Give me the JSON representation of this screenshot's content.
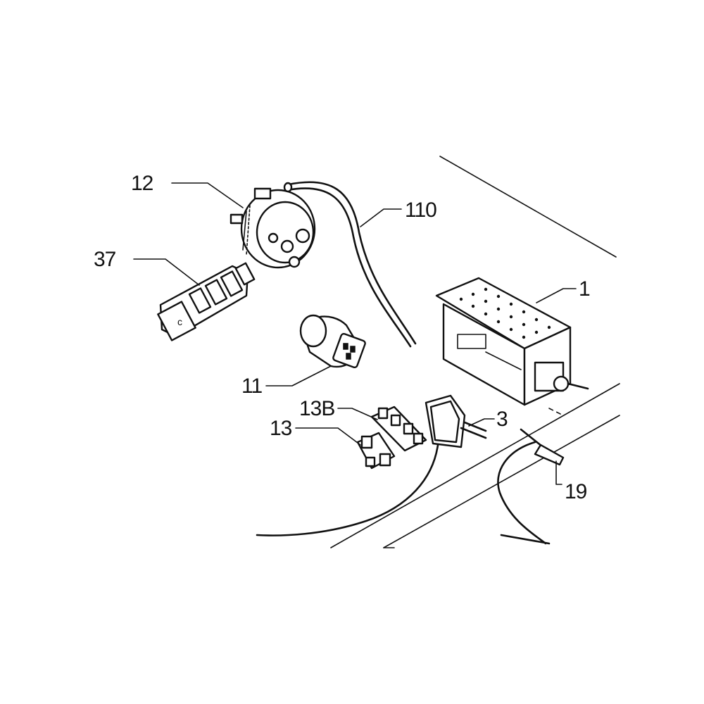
{
  "labels": {
    "part_1": "1",
    "part_3": "3",
    "part_11": "11",
    "part_12": "12",
    "part_13": "13",
    "part_13b": "13B",
    "part_19": "19",
    "part_37": "37",
    "part_110": "110"
  },
  "colors": {
    "ink": "#111111",
    "paper": "#ffffff"
  }
}
